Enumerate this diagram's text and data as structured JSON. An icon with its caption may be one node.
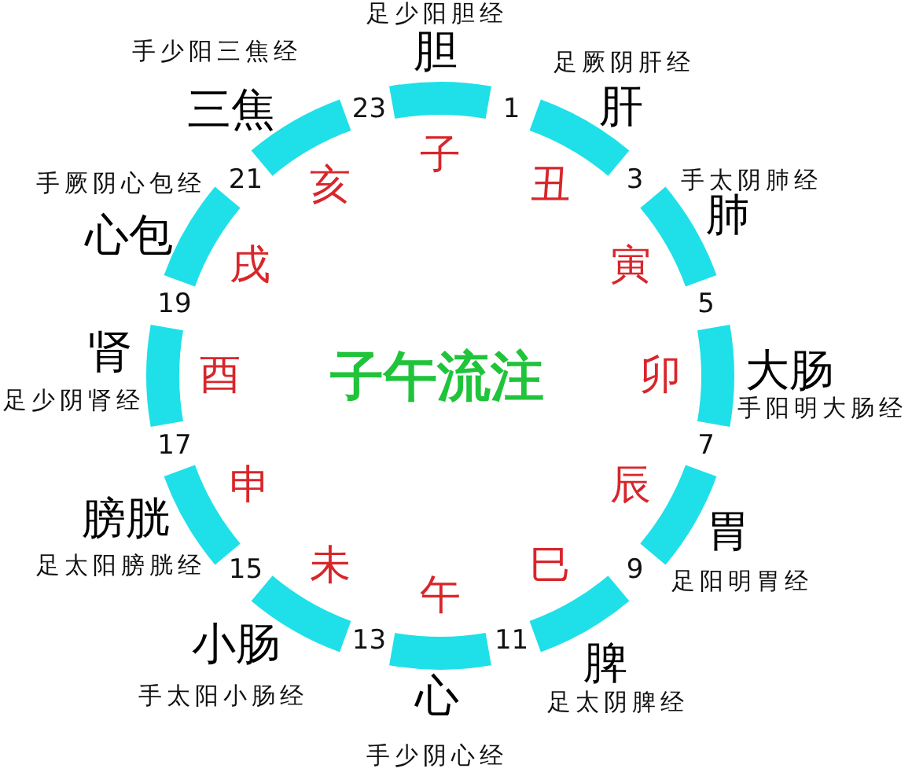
{
  "diagram": {
    "title": "子午流注",
    "labels": [
      "子",
      "胆",
      "足少阳胆经",
      "1",
      "丑",
      "肝",
      "足厥阴肝经",
      "3",
      "寅",
      "肺",
      "手太阴肺经",
      "5",
      "卯",
      "大肠",
      "手阳明大肠经",
      "7",
      "辰",
      "胃",
      "足阳明胃经",
      "9",
      "巳",
      "脾",
      "足太阴脾经",
      "11",
      "午",
      "心",
      "手少阴心经",
      "13",
      "未",
      "小肠",
      "手太阳小肠经",
      "15",
      "申",
      "膀胱",
      "足太阳膀胱经",
      "17",
      "酉",
      "肾",
      "足少阴肾经",
      "19",
      "戌",
      "心包",
      "手厥阴心包经",
      "21",
      "亥",
      "三焦",
      "手少阳三焦经",
      "23"
    ]
  }
}
